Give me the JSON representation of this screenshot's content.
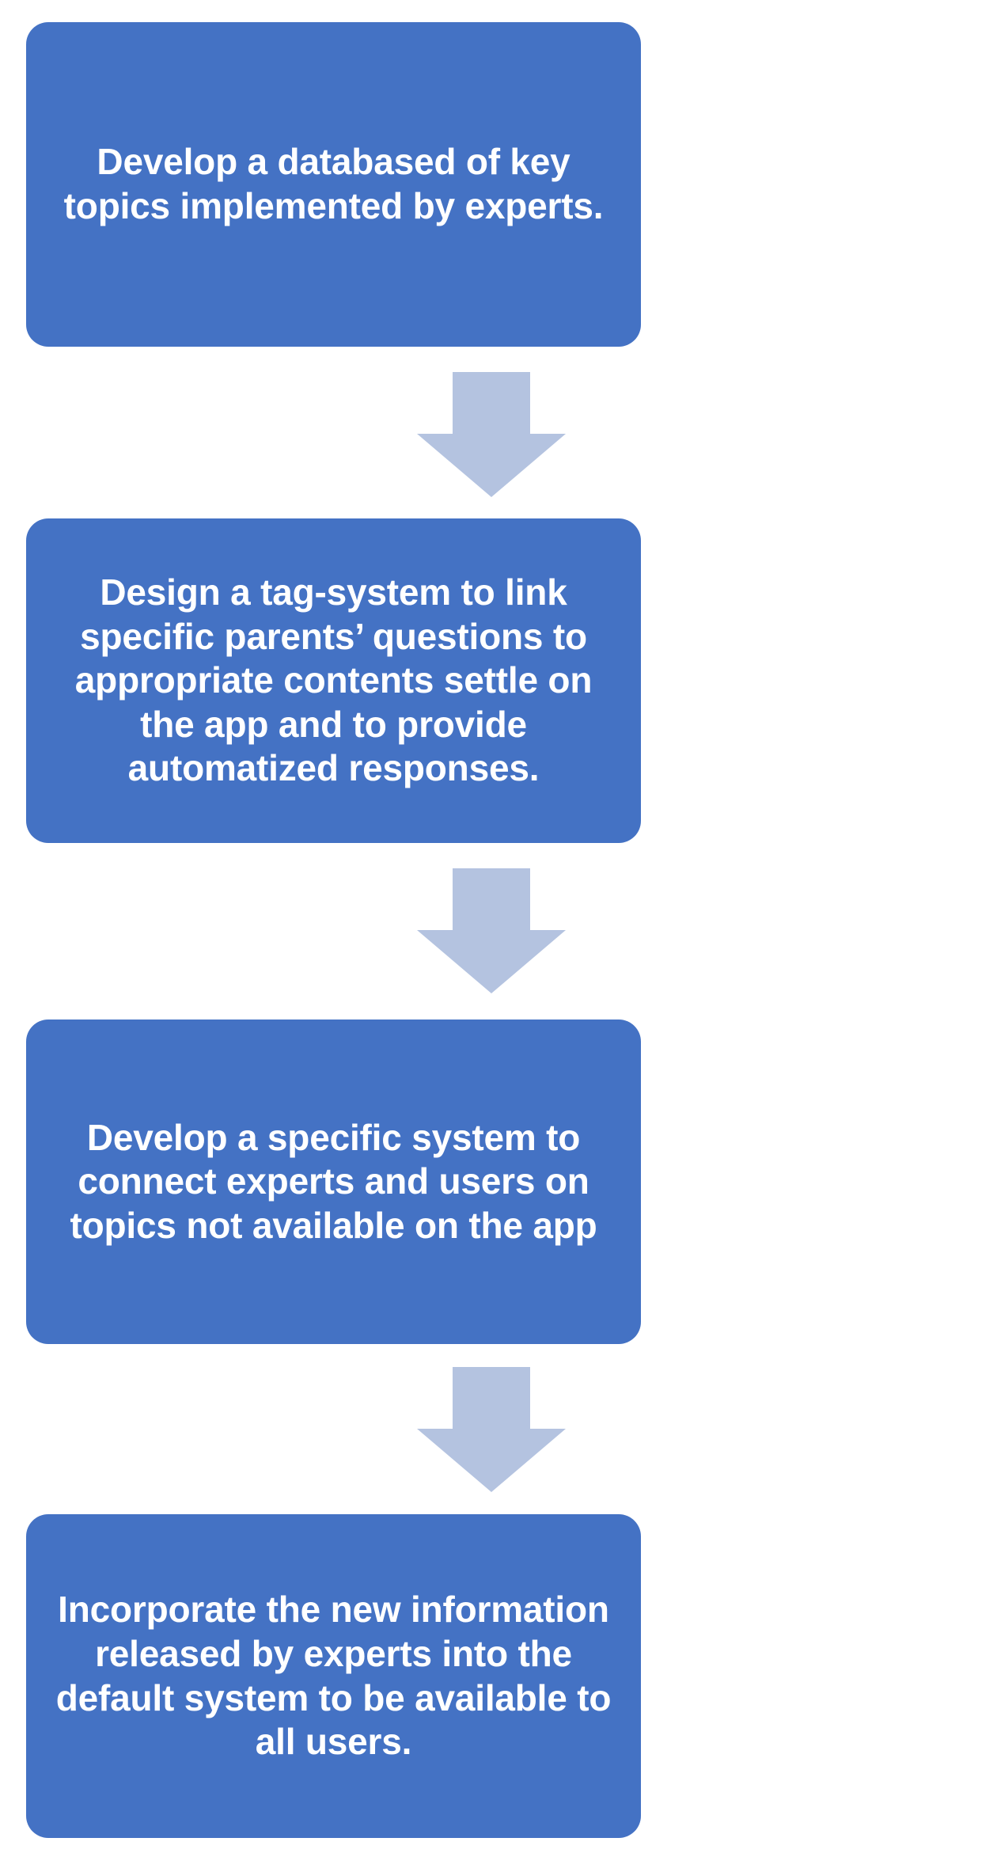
{
  "diagram": {
    "type": "vertical-flowchart",
    "title": "",
    "colors": {
      "node_fill": "#4472C4",
      "node_text": "#FFFFFF",
      "arrow_fill": "#B4C3E0",
      "background": "#FFFFFF"
    },
    "nodes": [
      {
        "id": "node-1",
        "order": 1,
        "text": "Develop a databased of key topics implemented by experts.",
        "lines": [
          "Develop a databased of key topics",
          "implemented by experts."
        ]
      },
      {
        "id": "node-2",
        "order": 2,
        "text": "Design a tag-system to link specific parents’ questions to appropriate contents settle on the app and to provide automatized responses.",
        "lines": [
          "Design a tag-system to link specific",
          "parents’ questions to appropriate",
          "contents settle on the app and to",
          "provide automatized responses."
        ]
      },
      {
        "id": "node-3",
        "order": 3,
        "text": "Develop a specific system to connect experts and users on topics not available on the app",
        "lines": [
          "Develop a specific system to",
          "connect experts and users on",
          "topics not available on the app"
        ]
      },
      {
        "id": "node-4",
        "order": 4,
        "text": "Incorporate the new information released by experts into the default system to be available to all users.",
        "lines": [
          "Incorporate the new information",
          "released by experts into the",
          "default system to be available to all",
          "users."
        ]
      }
    ],
    "connectors": [
      {
        "id": "connector-1",
        "icon": "arrow-down-icon",
        "from": "node-1",
        "to": "node-2"
      },
      {
        "id": "connector-2",
        "icon": "arrow-down-icon",
        "from": "node-2",
        "to": "node-3"
      },
      {
        "id": "connector-3",
        "icon": "arrow-down-icon",
        "from": "node-3",
        "to": "node-4"
      }
    ]
  }
}
